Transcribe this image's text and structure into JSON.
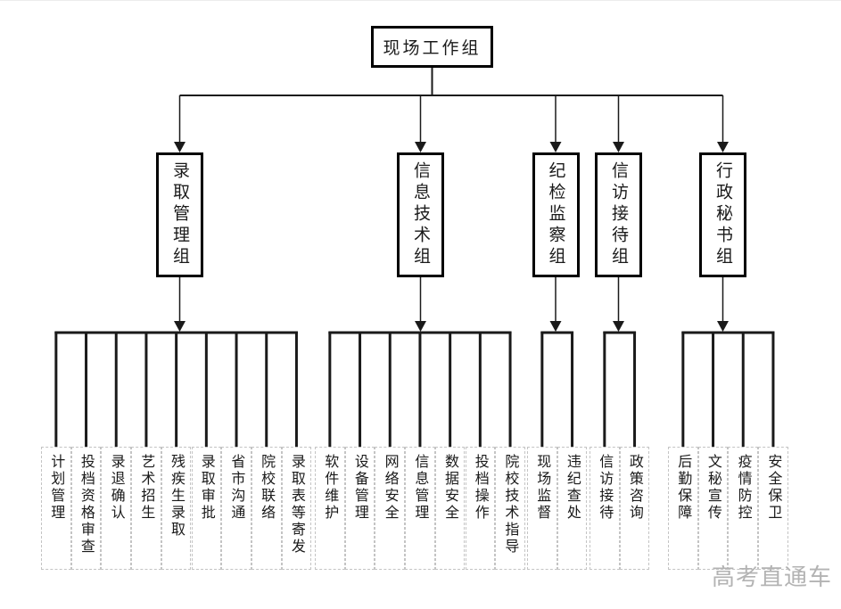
{
  "root": {
    "label": "现场工作组"
  },
  "groups": [
    {
      "label": "录取管理组",
      "children": [
        "计划管理",
        "投档资格审查",
        "录退确认",
        "艺术招生",
        "残疾生录取",
        "录取审批",
        "省市沟通",
        "院校联络",
        "录取表等寄发"
      ]
    },
    {
      "label": "信息技术组",
      "children": [
        "软件维护",
        "设备管理",
        "网络安全",
        "信息管理",
        "数据安全",
        "投档操作",
        "院校技术指导"
      ]
    },
    {
      "label": "纪检监察组",
      "children": [
        "现场监督",
        "违纪查处"
      ]
    },
    {
      "label": "信访接待组",
      "children": [
        "信访接待",
        "政策咨询"
      ]
    },
    {
      "label": "行政秘书组",
      "children": [
        "后勤保障",
        "文秘宣传",
        "疫情防控",
        "安全保卫"
      ]
    }
  ],
  "watermark": "高考直通车",
  "colors": {
    "line": "#1a1a1a",
    "box_border": "#000000",
    "leaf_border": "#c4c4c4",
    "watermark": "#b3b3b3",
    "background": "#ffffff"
  }
}
